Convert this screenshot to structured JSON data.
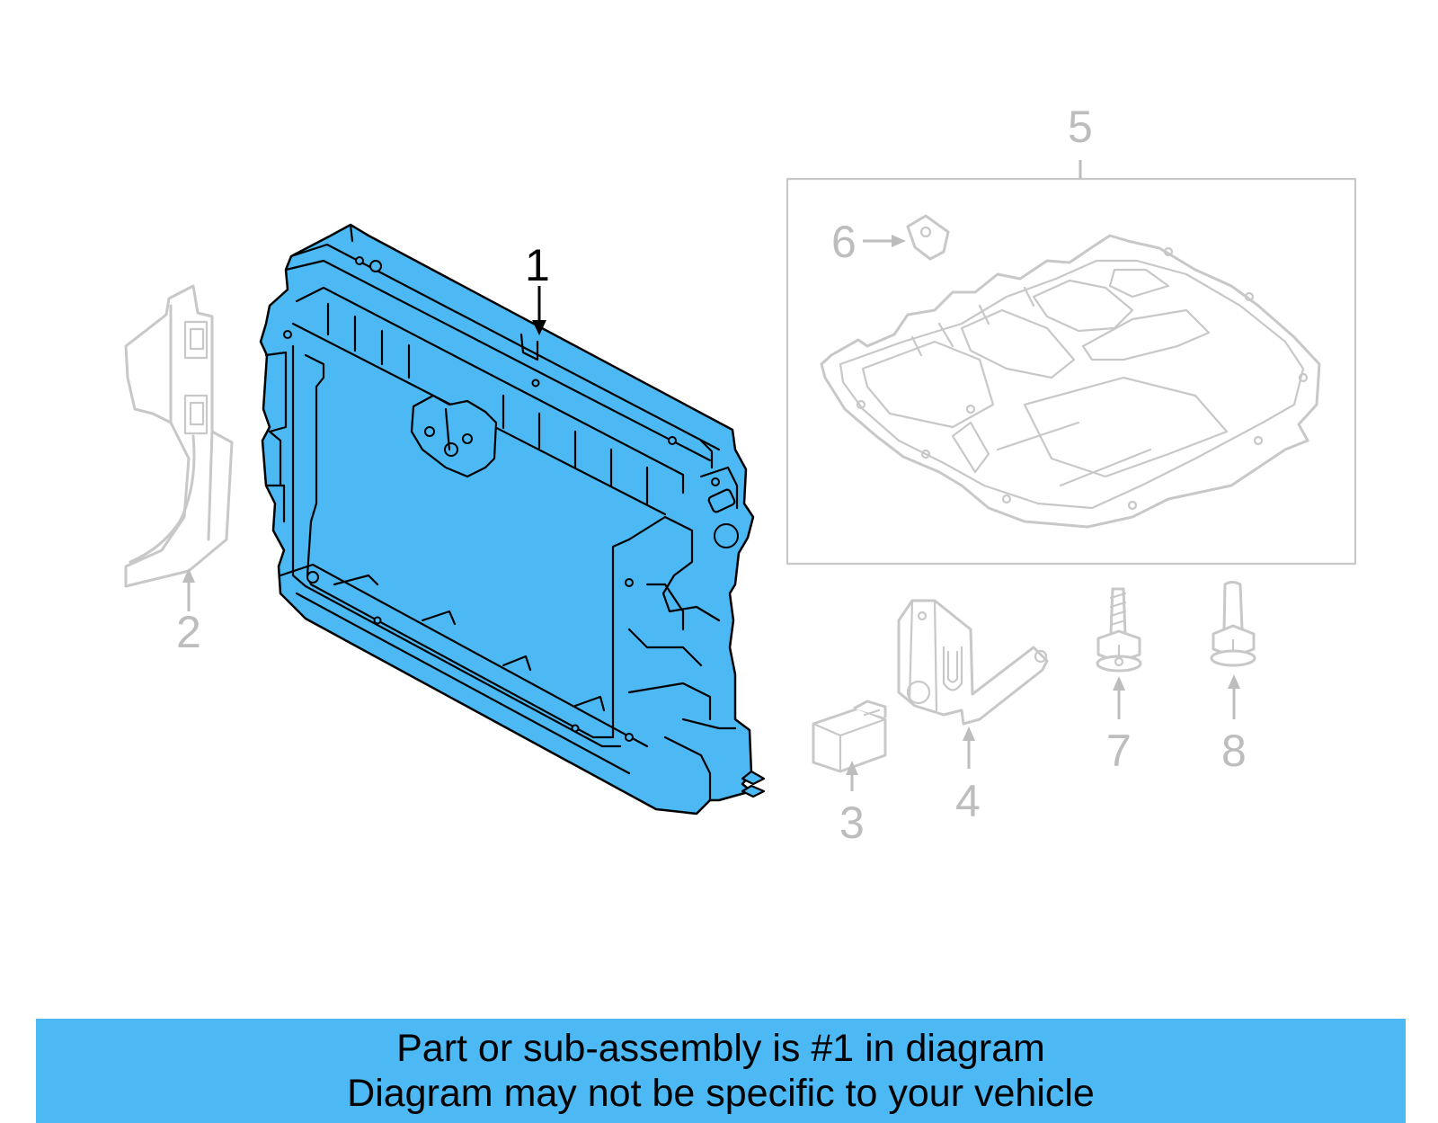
{
  "callouts": {
    "c1": "1",
    "c2": "2",
    "c3": "3",
    "c4": "4",
    "c5": "5",
    "c6": "6",
    "c7": "7",
    "c8": "8"
  },
  "caption": {
    "line1": "Part or sub-assembly is #1 in diagram",
    "line2": "Diagram may not be specific to your vehicle"
  },
  "colors": {
    "highlight": "#4cb9f4",
    "dim_part": "#c8c8c8",
    "caption_bar": "#4cb9f4"
  }
}
